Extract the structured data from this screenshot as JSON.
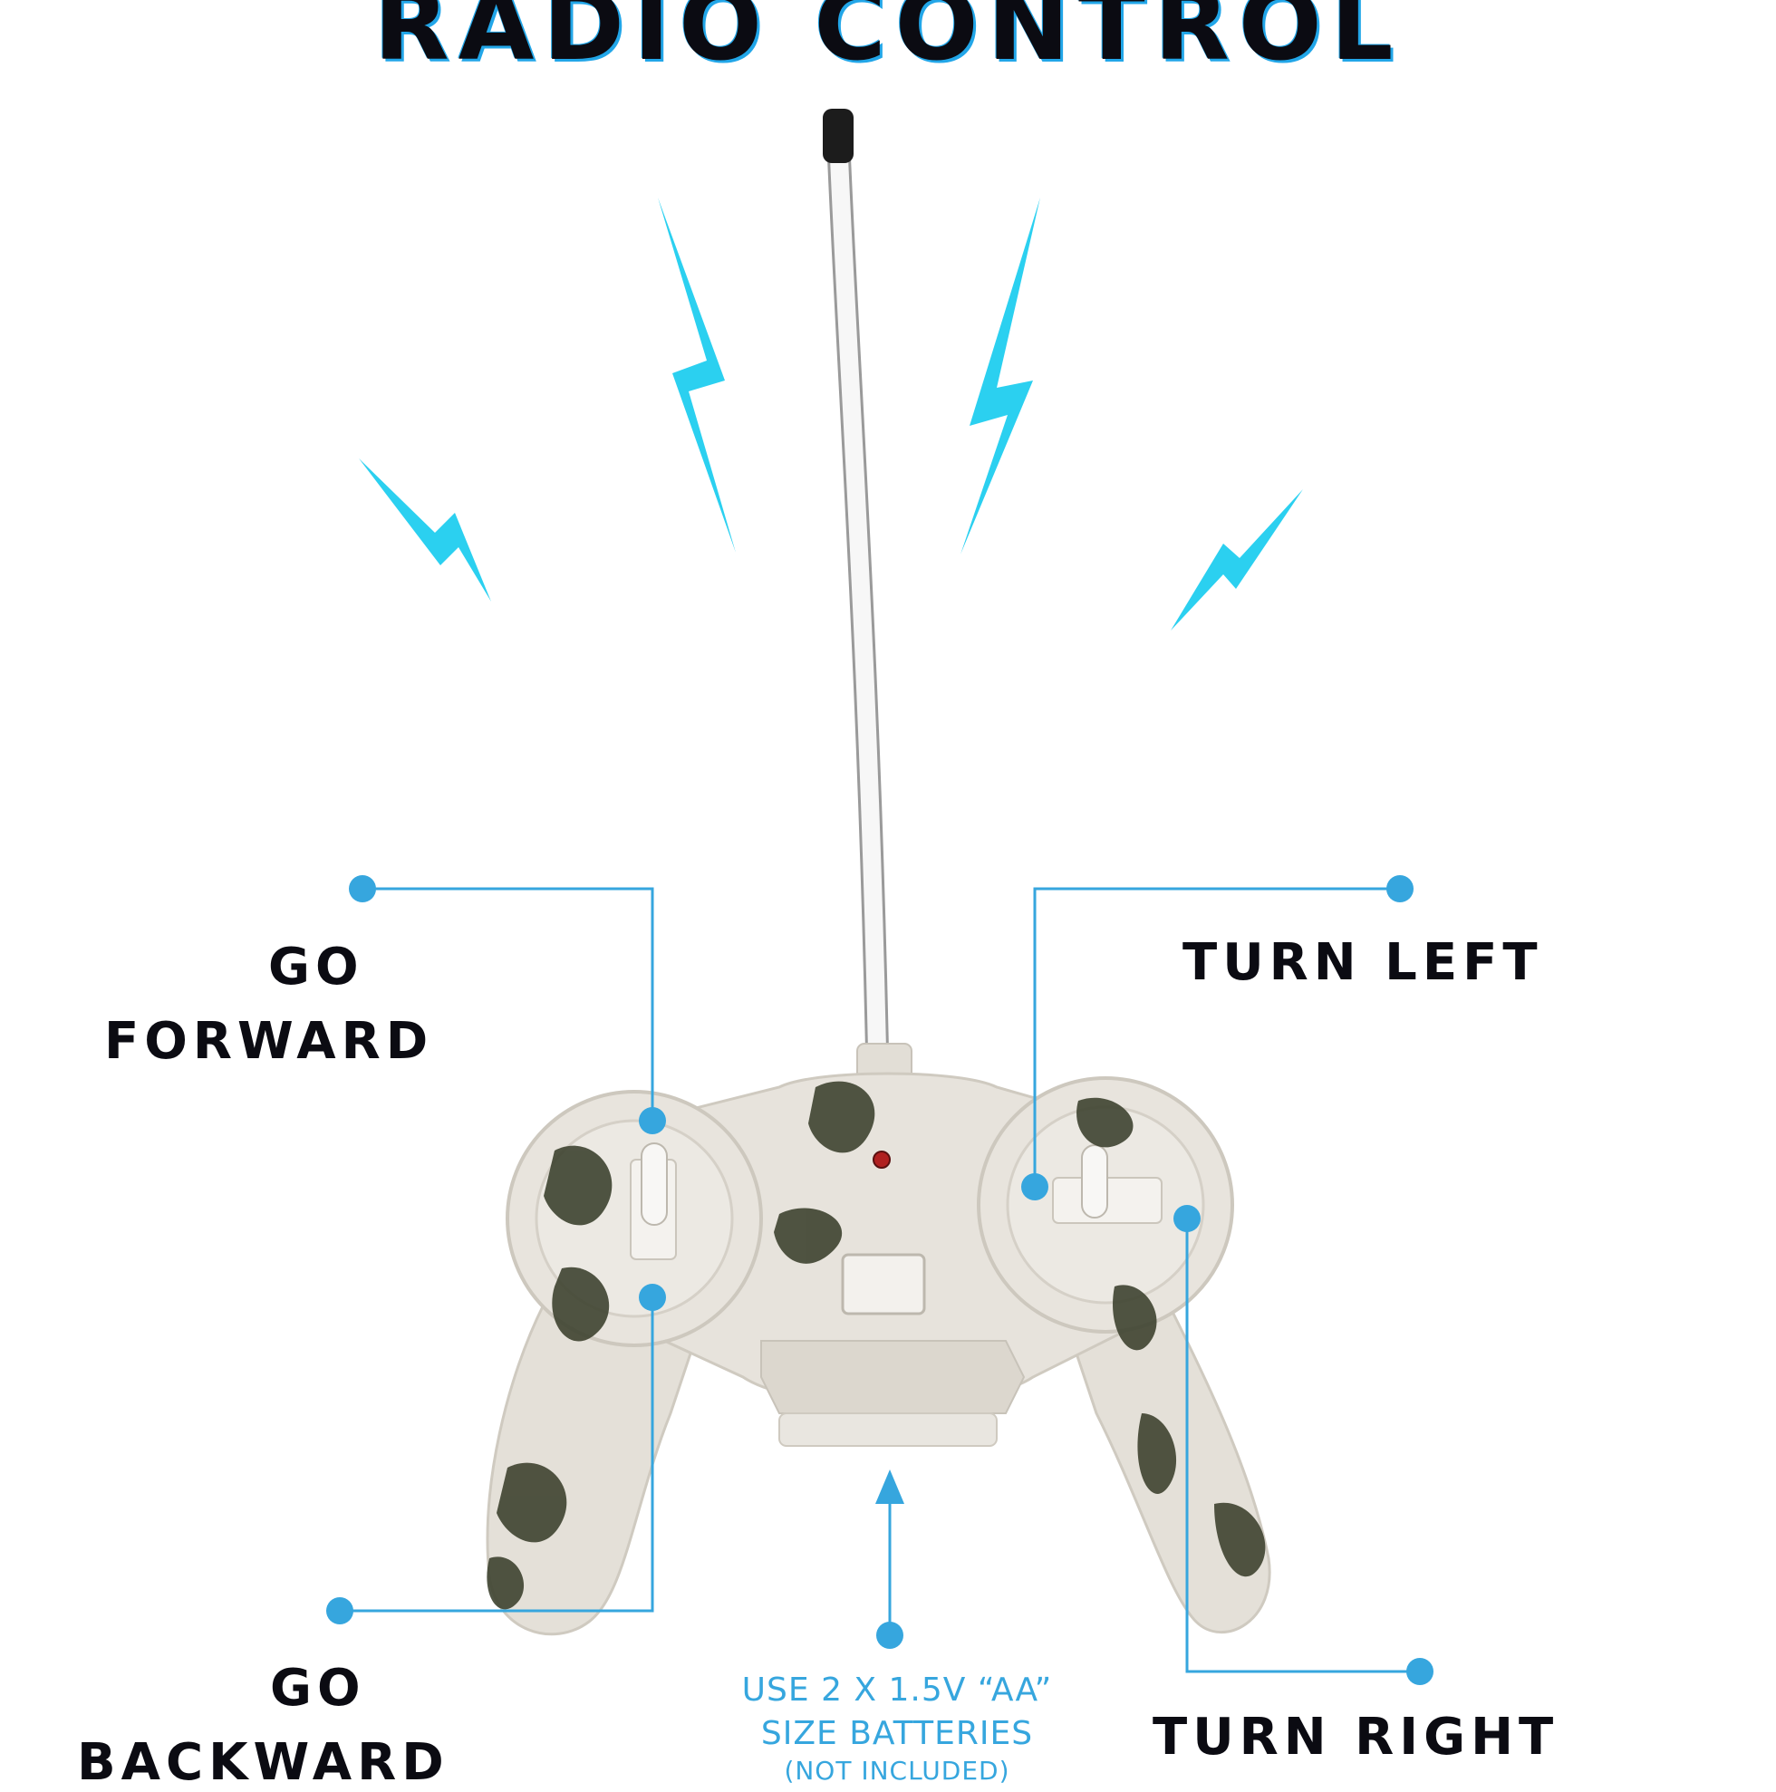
{
  "title": "RADIO CONTROL",
  "labels": {
    "go_forward": [
      "GO",
      "FORWARD"
    ],
    "go_backward": [
      "GO",
      "BACKWARD"
    ],
    "turn_left": "TURN LEFT",
    "turn_right": "TURN RIGHT"
  },
  "battery_note": [
    "USE 2 X 1.5V “AA”",
    "SIZE BATTERIES",
    "(NOT INCLUDED)"
  ],
  "colors": {
    "accent": "#36a6de",
    "lightning": "#2bd0f0",
    "text": "#0b0b12",
    "camo_base": "#e7e3dc",
    "camo_spots": "#3e4330"
  },
  "icons": [
    "antenna-icon",
    "lightning-bolt-icon",
    "controller-icon",
    "callout-dot-icon",
    "arrow-up-icon"
  ]
}
